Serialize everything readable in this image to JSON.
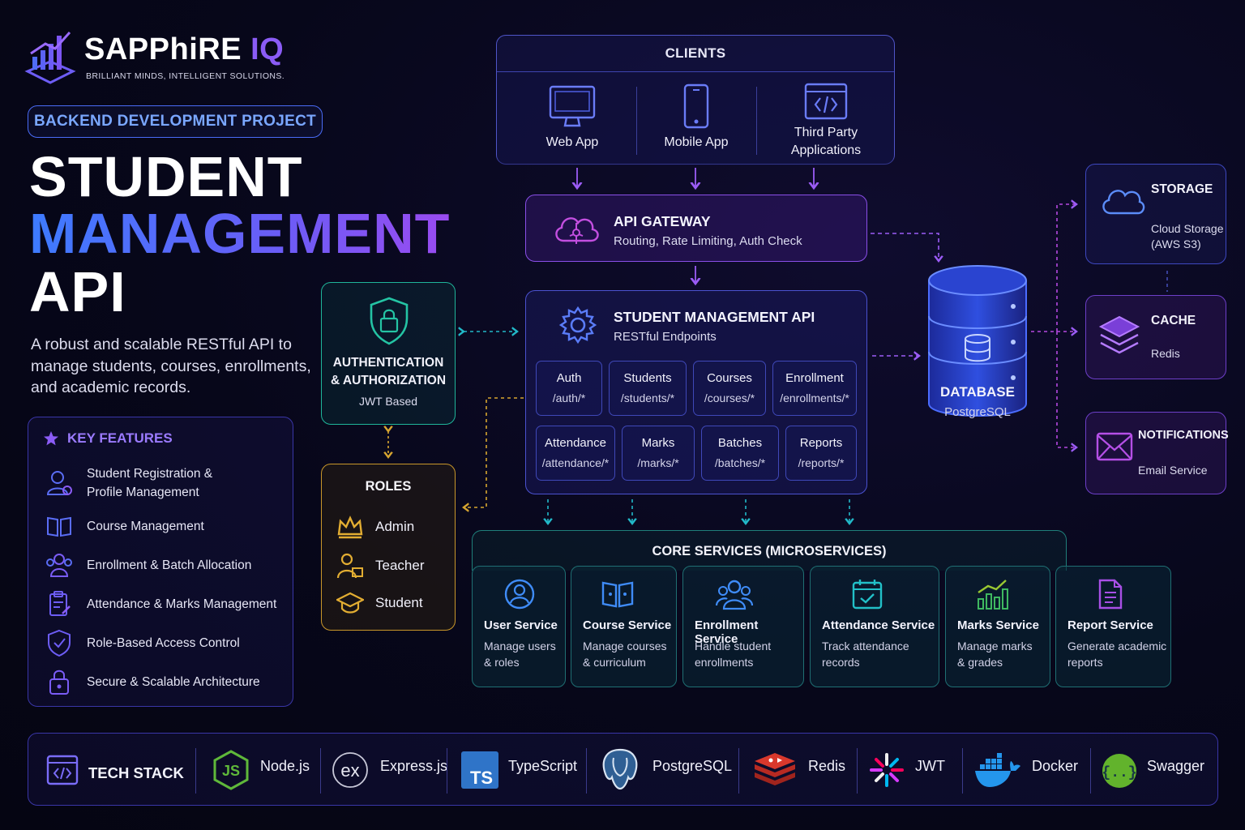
{
  "brand": {
    "name_main": "SAPPhiRE",
    "name_accent": "IQ",
    "tagline": "BRILLIANT MINDS, INTELLIGENT SOLUTIONS."
  },
  "badge": "BACKEND DEVELOPMENT PROJECT",
  "title": {
    "line1": "STUDENT",
    "line2": "MANAGEMENT",
    "line3": "API"
  },
  "description": "A robust and scalable RESTful API to manage students, courses, enrollments, and academic records.",
  "features": {
    "title": "KEY FEATURES",
    "items": [
      {
        "label": "Student Registration & Profile Management",
        "icon": "user-icon"
      },
      {
        "label": "Course Management",
        "icon": "book-icon"
      },
      {
        "label": "Enrollment & Batch Allocation",
        "icon": "users-icon"
      },
      {
        "label": "Attendance & Marks Management",
        "icon": "clipboard-icon"
      },
      {
        "label": "Role-Based Access Control",
        "icon": "shield-check-icon"
      },
      {
        "label": "Secure & Scalable Architecture",
        "icon": "lock-icon"
      }
    ]
  },
  "clients": {
    "title": "CLIENTS",
    "items": [
      {
        "label": "Web App",
        "icon": "monitor-icon"
      },
      {
        "label": "Mobile App",
        "icon": "smartphone-icon"
      },
      {
        "label": "Third Party Applications",
        "icon": "code-window-icon"
      }
    ]
  },
  "gateway": {
    "title": "API GATEWAY",
    "subtitle": "Routing, Rate Limiting, Auth Check"
  },
  "auth": {
    "title": "AUTHENTICATION & AUTHORIZATION",
    "subtitle": "JWT Based"
  },
  "roles": {
    "title": "ROLES",
    "items": [
      {
        "label": "Admin",
        "icon": "crown-icon"
      },
      {
        "label": "Teacher",
        "icon": "teacher-icon"
      },
      {
        "label": "Student",
        "icon": "graduation-cap-icon"
      }
    ]
  },
  "api": {
    "title": "STUDENT MANAGEMENT API",
    "subtitle": "RESTful Endpoints",
    "endpoints": [
      {
        "name": "Auth",
        "path": "/auth/*"
      },
      {
        "name": "Students",
        "path": "/students/*"
      },
      {
        "name": "Courses",
        "path": "/courses/*"
      },
      {
        "name": "Enrollment",
        "path": "/enrollments/*"
      },
      {
        "name": "Attendance",
        "path": "/attendance/*"
      },
      {
        "name": "Marks",
        "path": "/marks/*"
      },
      {
        "name": "Batches",
        "path": "/batches/*"
      },
      {
        "name": "Reports",
        "path": "/reports/*"
      }
    ]
  },
  "database": {
    "title": "DATABASE",
    "subtitle": "PostgreSQL"
  },
  "side_services": [
    {
      "title": "STORAGE",
      "subtitle": "Cloud Storage (AWS S3)",
      "icon": "cloud-icon"
    },
    {
      "title": "CACHE",
      "subtitle": "Redis",
      "icon": "layers-icon"
    },
    {
      "title": "NOTIFICATIONS",
      "subtitle": "Email Service",
      "icon": "mail-icon"
    }
  ],
  "core": {
    "title": "CORE SERVICES (MICROSERVICES)",
    "services": [
      {
        "title": "User Service",
        "desc_1": "Manage users",
        "desc_2": "& roles",
        "icon": "user-circle-icon"
      },
      {
        "title": "Course Service",
        "desc_1": "Manage courses",
        "desc_2": "& curriculum",
        "icon": "open-book-icon"
      },
      {
        "title": "Enrollment Service",
        "desc_1": "Handle student",
        "desc_2": "enrollments",
        "icon": "group-icon"
      },
      {
        "title": "Attendance Service",
        "desc_1": "Track attendance",
        "desc_2": "records",
        "icon": "calendar-check-icon"
      },
      {
        "title": "Marks Service",
        "desc_1": "Manage marks",
        "desc_2": "& grades",
        "icon": "bar-chart-icon"
      },
      {
        "title": "Report Service",
        "desc_1": "Generate academic",
        "desc_2": "reports",
        "icon": "document-icon"
      }
    ]
  },
  "tech_stack": {
    "title": "TECH STACK",
    "items": [
      {
        "label": "Node.js",
        "icon": "nodejs-icon"
      },
      {
        "label": "Express.js",
        "icon": "express-icon"
      },
      {
        "label": "TypeScript",
        "icon": "typescript-icon"
      },
      {
        "label": "PostgreSQL",
        "icon": "postgresql-icon"
      },
      {
        "label": "Redis",
        "icon": "redis-icon"
      },
      {
        "label": "JWT",
        "icon": "jwt-icon"
      },
      {
        "label": "Docker",
        "icon": "docker-icon"
      },
      {
        "label": "Swagger",
        "icon": "swagger-icon"
      }
    ]
  },
  "colors": {
    "accent_purple": "#8b5cf6",
    "accent_blue": "#3d7bff",
    "teal": "#1fb59a",
    "gold": "#c9972a"
  }
}
